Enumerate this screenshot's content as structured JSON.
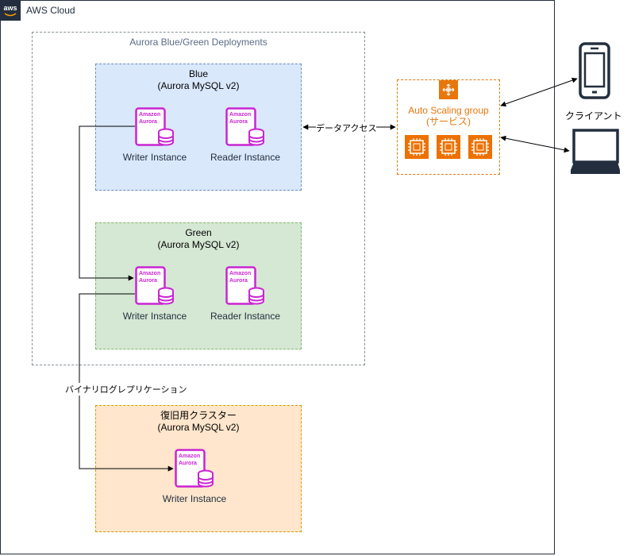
{
  "cloud": {
    "title": "AWS Cloud",
    "badge": "aws"
  },
  "deployments": {
    "title": "Aurora Blue/Green Deployments"
  },
  "clusters": {
    "blue": {
      "name": "Blue",
      "engine": "(Aurora MySQL v2)",
      "writer": "Writer Instance",
      "reader": "Reader Instance"
    },
    "green": {
      "name": "Green",
      "engine": "(Aurora MySQL v2)",
      "writer": "Writer Instance",
      "reader": "Reader Instance"
    },
    "restore": {
      "name": "復旧用クラスター",
      "engine": "(Aurora MySQL v2)",
      "writer": "Writer Instance"
    }
  },
  "aurora_icon": {
    "line1": "Amazon",
    "line2": "Aurora"
  },
  "asg": {
    "title": "Auto Scaling group",
    "subtitle": "(サービス)"
  },
  "edges": {
    "data_access": "データアクセス",
    "binlog": "バイナリログレプリケーション"
  },
  "client": {
    "label": "クライアント"
  },
  "colors": {
    "aurora": "#c925d1",
    "orange": "#e7760c",
    "blue_fill": "#dae8fc",
    "green_fill": "#d5e8d4",
    "restore_fill": "#ffe6cc",
    "aws_dark": "#232f3e"
  }
}
